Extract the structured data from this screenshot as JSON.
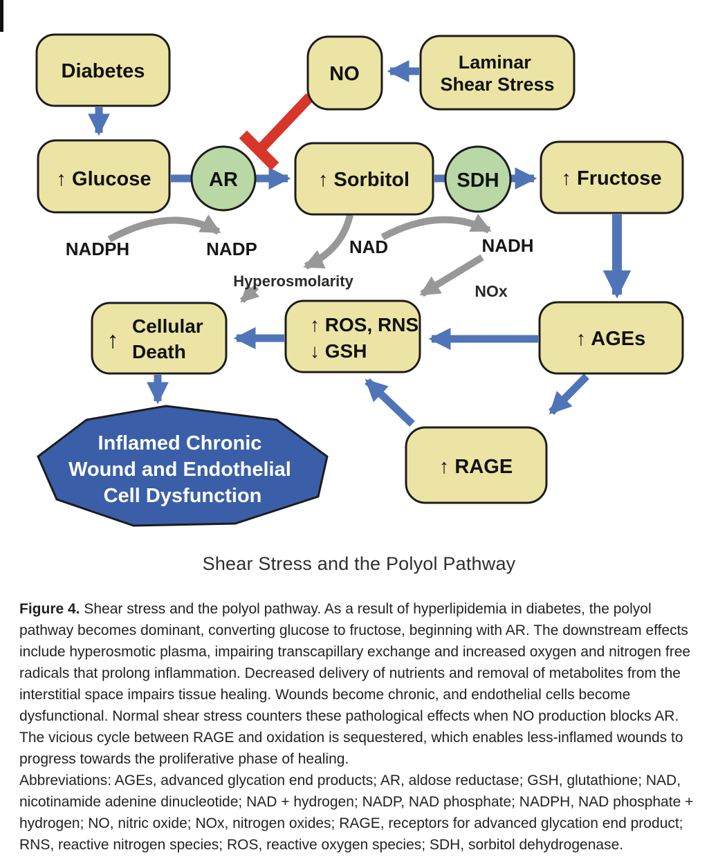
{
  "colors": {
    "node_fill": "#ece4a4",
    "node_border": "#1c1c1c",
    "enzyme_fill": "#b9d8a6",
    "arrow_blue": "#5074b8",
    "arrow_gray": "#989898",
    "inhibit_red": "#d8352b",
    "outcome_fill": "#3a5fa8",
    "outcome_text": "#ffffff",
    "label_text": "#111111"
  },
  "diagram": {
    "nodes": {
      "diabetes": {
        "label": "Diabetes"
      },
      "no": {
        "label": "NO"
      },
      "laminar": {
        "line1": "Laminar",
        "line2": "Shear Stress"
      },
      "glucose": {
        "label": "↑ Glucose"
      },
      "ar": {
        "label": "AR"
      },
      "sorbitol": {
        "label": "↑ Sorbitol"
      },
      "sdh": {
        "label": "SDH"
      },
      "fructose": {
        "label": "↑ Fructose"
      },
      "cellular_death": {
        "arrow": "↑",
        "line1": "Cellular",
        "line2": "Death"
      },
      "ros": {
        "line1": "↑ ROS, RNS",
        "line2": "↓ GSH"
      },
      "ages": {
        "label": "↑ AGEs"
      },
      "rage": {
        "label": "↑ RAGE"
      },
      "outcome": {
        "line1": "Inflamed Chronic",
        "line2": "Wound and Endothelial",
        "line3": "Cell Dysfunction"
      }
    },
    "labels": {
      "nadph": "NADPH",
      "nadp": "NADP",
      "nad": "NAD",
      "nadh": "NADH",
      "hyperosmolarity": "Hyperosmolarity",
      "nox": "NOx"
    }
  },
  "title": "Shear Stress and the Polyol Pathway",
  "caption": {
    "figure_label": "Figure 4.",
    "body": " Shear stress and the polyol pathway. As a result of hyperlipidemia in diabetes, the polyol pathway becomes dominant, converting glucose to fructose, beginning with AR. The downstream effects include hyperosmotic plasma, impairing transcapillary exchange and increased oxygen and nitrogen free radicals that prolong inflammation. Decreased delivery of nutrients and removal of metabolites from the interstitial space impairs tissue healing. Wounds become chronic, and endothelial cells become dysfunctional. Normal shear stress counters these pathological effects when NO production blocks AR. The vicious cycle between RAGE and oxidation is sequestered, which enables less-inflamed wounds to progress towards the proliferative phase of healing.",
    "abbreviations": "Abbreviations: AGEs, advanced glycation end products; AR, aldose reductase; GSH, glutathione; NAD, nicotinamide adenine dinucleotide; NAD + hydrogen; NADP, NAD phosphate; NADPH, NAD phosphate + hydrogen; NO, nitric oxide; NOx, nitrogen oxides; RAGE, receptors for advanced glycation end product; RNS, reactive nitrogen species; ROS, reactive oxygen species; SDH, sorbitol dehydrogenase."
  }
}
